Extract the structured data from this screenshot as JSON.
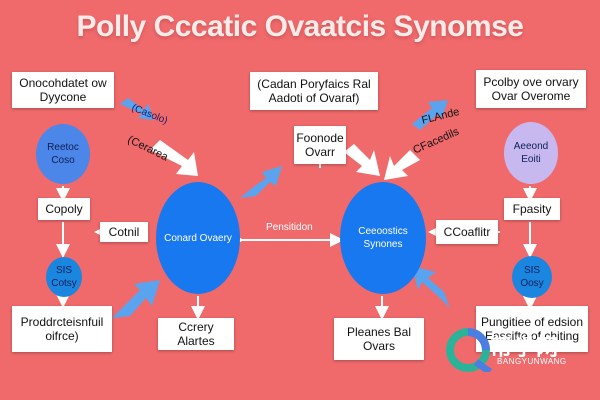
{
  "title": "Polly Cccatic Ovaatcis Synomse",
  "nodes": [
    {
      "id": "tl_box",
      "text": "Onocohdatet ow Dyycone"
    },
    {
      "id": "left_circle",
      "text": "Reetoc Coso"
    },
    {
      "id": "copoly",
      "text": "Copoly"
    },
    {
      "id": "sis_left",
      "text": "SIS Cotsy"
    },
    {
      "id": "bl_box",
      "text": "Proddrcteisnfuil oifrce)"
    },
    {
      "id": "center_left",
      "text": "Conard Ovaery"
    },
    {
      "id": "cotmil",
      "text": "Cotnil"
    },
    {
      "id": "cerny",
      "text": "Ccrery Alartes"
    },
    {
      "id": "center_top_box",
      "text": "(Cadan Poryfaics Ral Aadoti of Ovaraf)"
    },
    {
      "id": "foonode",
      "text": "Foonode Ovarr"
    },
    {
      "id": "center_right",
      "text": "Ceeoostics Synones"
    },
    {
      "id": "pleanes",
      "text": "Pleanes Bal Ovars"
    },
    {
      "id": "tr_box",
      "text": "Pcolby ove orvary Ovar Overome"
    },
    {
      "id": "right_circle",
      "text": "Aeeond Eoiti"
    },
    {
      "id": "fpasity",
      "text": "Fpasity"
    },
    {
      "id": "sis_right",
      "text": "SIS Oosy"
    },
    {
      "id": "cfoaltir",
      "text": "CCoaflitr"
    },
    {
      "id": "br_box",
      "text": "Pungitiee of edsion Eassifte of chiting"
    }
  ],
  "edge_labels": [
    {
      "id": "l1",
      "text": "(Casolo)"
    },
    {
      "id": "l2",
      "text": "(Cerarea"
    },
    {
      "id": "l3",
      "text": "Pensitidon"
    },
    {
      "id": "l4",
      "text": "FLAnde"
    },
    {
      "id": "l5",
      "text": "CFacedils"
    }
  ],
  "watermark": {
    "main": "帮学网",
    "sub": "BANGYUNWANG"
  },
  "colors": {
    "background": "#f06a6c",
    "big_circle": "#1878f0",
    "left_small": "#4b86e8",
    "right_small": "#c7b8f0",
    "sis_circle": "#1a86e0",
    "arrow_white": "#ffffff",
    "arrow_blue": "#5aa3ef"
  }
}
